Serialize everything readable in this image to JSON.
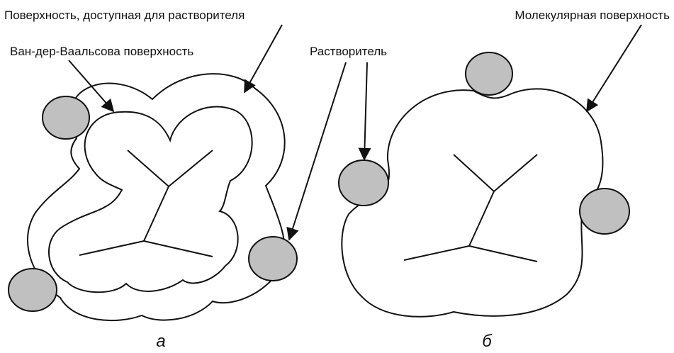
{
  "labels": {
    "sas": "Поверхность, доступная для растворителя",
    "vdw": "Ван-дер-Ваальсова поверхность",
    "solvent": "Растворитель",
    "molecular": "Молекулярная поверхность"
  },
  "panels": {
    "a": "а",
    "b": "б"
  },
  "colors": {
    "probe_fill": "#c0c0c0",
    "stroke": "#111111",
    "background": "#ffffff"
  }
}
